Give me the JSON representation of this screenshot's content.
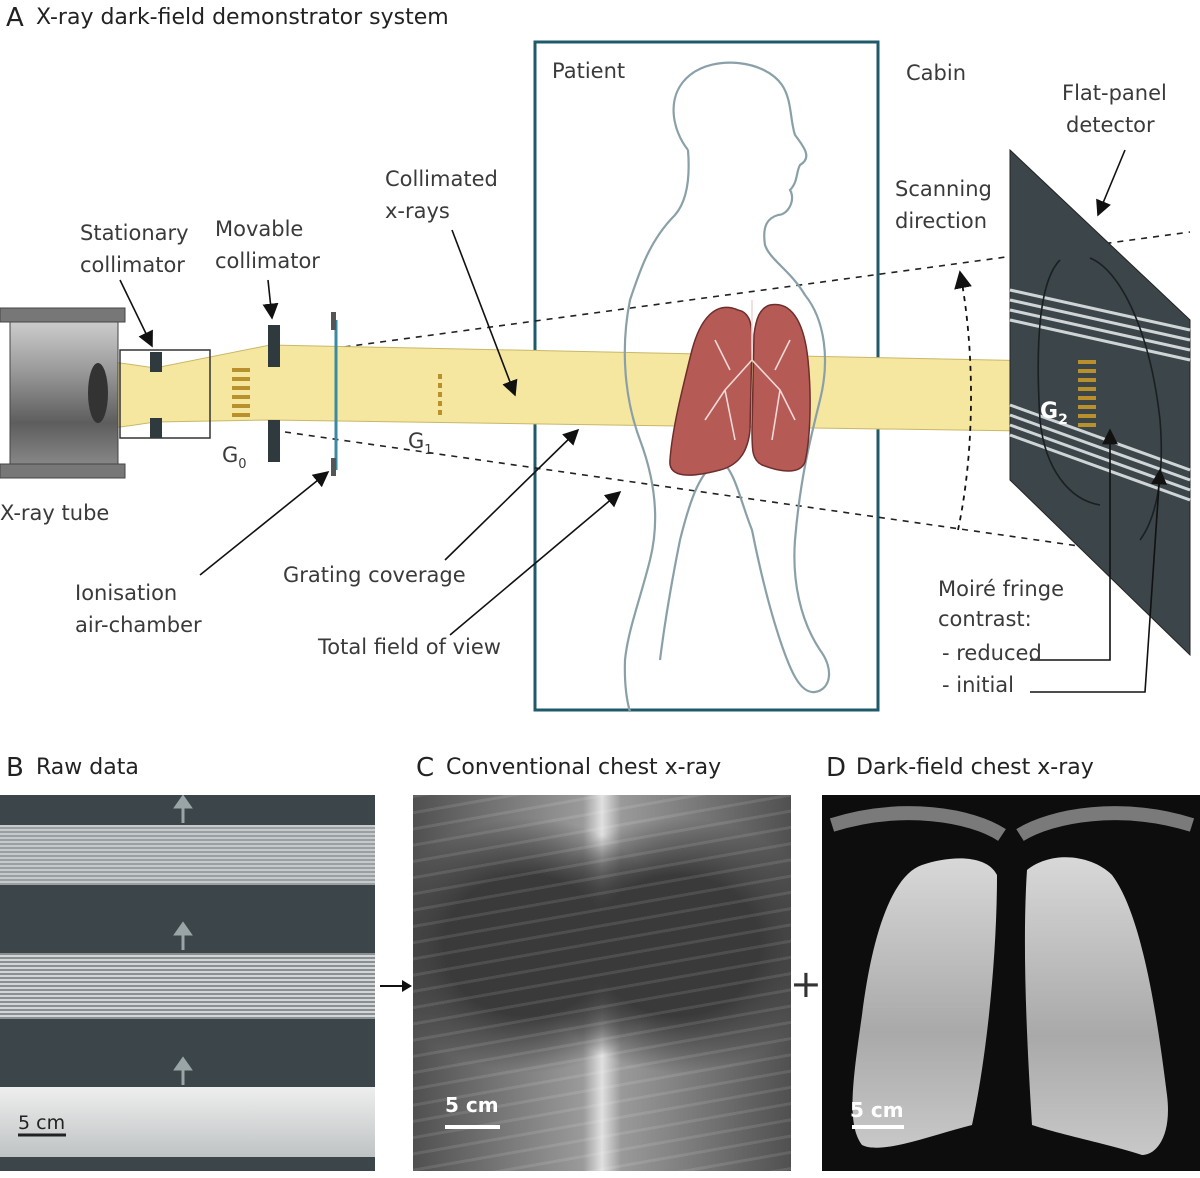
{
  "panel_a": {
    "letter": "A",
    "title": "X-ray dark-field demonstrator system",
    "labels": {
      "patient": "Patient",
      "cabin": "Cabin",
      "flat_panel_1": "Flat-panel",
      "flat_panel_2": "detector",
      "collimated_1": "Collimated",
      "collimated_2": "x-rays",
      "scanning_1": "Scanning",
      "scanning_2": "direction",
      "stationary_1": "Stationary",
      "stationary_2": "collimator",
      "movable_1": "Movable",
      "movable_2": "collimator",
      "xray_tube": "X-ray tube",
      "g0": "G",
      "g0_sub": "0",
      "g1": "G",
      "g1_sub": "1",
      "g2": "G",
      "g2_sub": "2",
      "ionisation_1": "Ionisation",
      "ionisation_2": "air-chamber",
      "grating_coverage": "Grating coverage",
      "total_fov": "Total field of view",
      "moire_1": "Moiré fringe",
      "moire_2": "contrast:",
      "moire_reduced": "- reduced",
      "moire_initial": "- initial"
    }
  },
  "panel_b": {
    "letter": "B",
    "title": "Raw data",
    "scale": "5 cm"
  },
  "panel_c": {
    "letter": "C",
    "title": "Conventional chest x-ray",
    "scale": "5 cm"
  },
  "panel_d": {
    "letter": "D",
    "title": "Dark-field chest x-ray",
    "scale": "5 cm"
  },
  "operators": {
    "arrow": "→",
    "plus": "+"
  },
  "colors": {
    "beam": "#f5e6a0",
    "lung": "#b55a55",
    "cabin": "#1f5a6a",
    "detector": "#3c4549",
    "grating": "#b8902c"
  }
}
